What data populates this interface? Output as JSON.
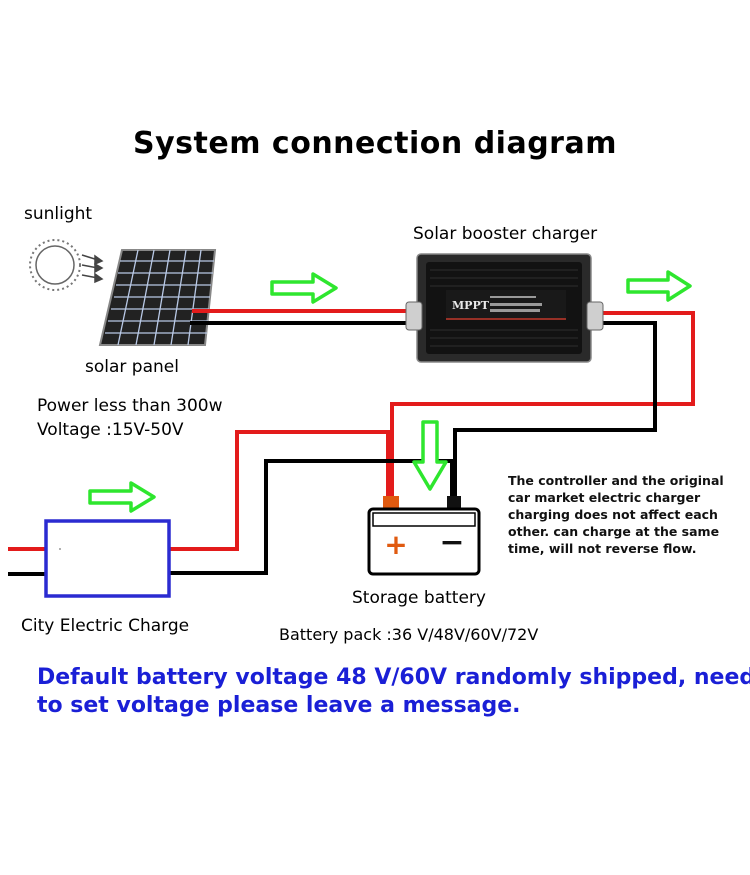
{
  "title": "System connection diagram",
  "labels": {
    "sunlight": "sunlight",
    "solar_panel": "solar panel",
    "controller": "Solar booster charger",
    "power": "Power less than 300w",
    "voltage": "Voltage :15V-50V",
    "city_charge": "City Electric Charge",
    "battery": "Storage battery",
    "battery_pack": "Battery pack :36 V/48V/60V/72V",
    "mppt_badge": "MPPT",
    "battery_plus": "+",
    "battery_minus": "−"
  },
  "note": "The controller and the original car market electric charger charging does not affect each other. can charge at the same time, will not reverse flow.",
  "notice_line1": "Default battery voltage 48 V/60V randomly shipped, need",
  "notice_line2": "to set voltage please leave a message.",
  "colors": {
    "positive_wire": "#e31b1b",
    "negative_wire": "#000000",
    "flow_arrow": "#2ee62e",
    "city_box": "#2b2bd1",
    "notice_text": "#1a1fd6"
  }
}
